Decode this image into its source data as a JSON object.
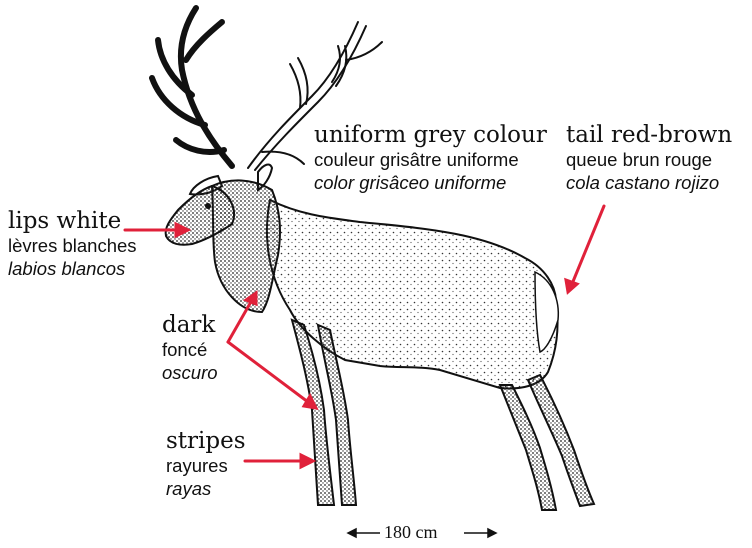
{
  "accent_color": "#e0213a",
  "labels": {
    "lips": {
      "en": "lips white",
      "fr": "lèvres blanches",
      "es": "labios blancos"
    },
    "body": {
      "en": "uniform grey colour",
      "fr": "couleur grisâtre uniforme",
      "es": "color grisâceo uniforme"
    },
    "tail": {
      "en": "tail red-brown",
      "fr": "queue brun rouge",
      "es": "cola castano rojizo"
    },
    "dark": {
      "en": "dark",
      "fr": "foncé",
      "es": "oscuro"
    },
    "stripes": {
      "en": "stripes",
      "fr": "rayures",
      "es": "rayas"
    }
  },
  "scale": {
    "text": "180 cm"
  }
}
